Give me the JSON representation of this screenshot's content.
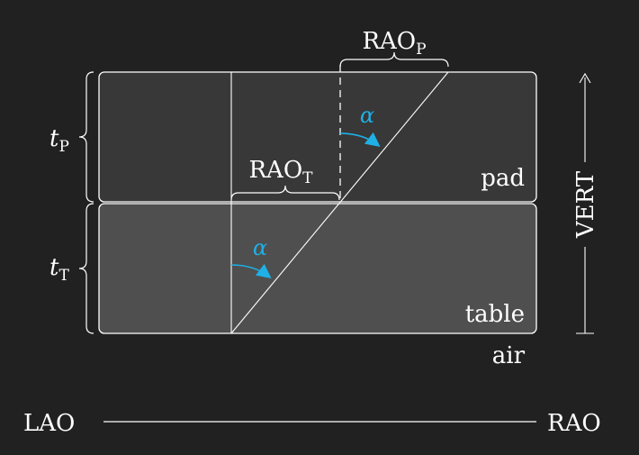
{
  "layers": {
    "pad": "pad",
    "table": "table",
    "air": "air"
  },
  "thickness": {
    "pad": {
      "symbol": "t",
      "sub": "P"
    },
    "table": {
      "symbol": "t",
      "sub": "T"
    }
  },
  "offsets": {
    "pad": {
      "base": "RAO",
      "sub": "P"
    },
    "table": {
      "base": "RAO",
      "sub": "T"
    }
  },
  "angle": {
    "symbol": "α"
  },
  "axes": {
    "vertical": "VERT",
    "left": "LAO",
    "right": "RAO"
  },
  "colors": {
    "background": "#212121",
    "pad_fill": "#383838",
    "table_fill": "#4f4f4f",
    "lines": "#ffffff",
    "angle_accent": "#1fb0e6"
  }
}
